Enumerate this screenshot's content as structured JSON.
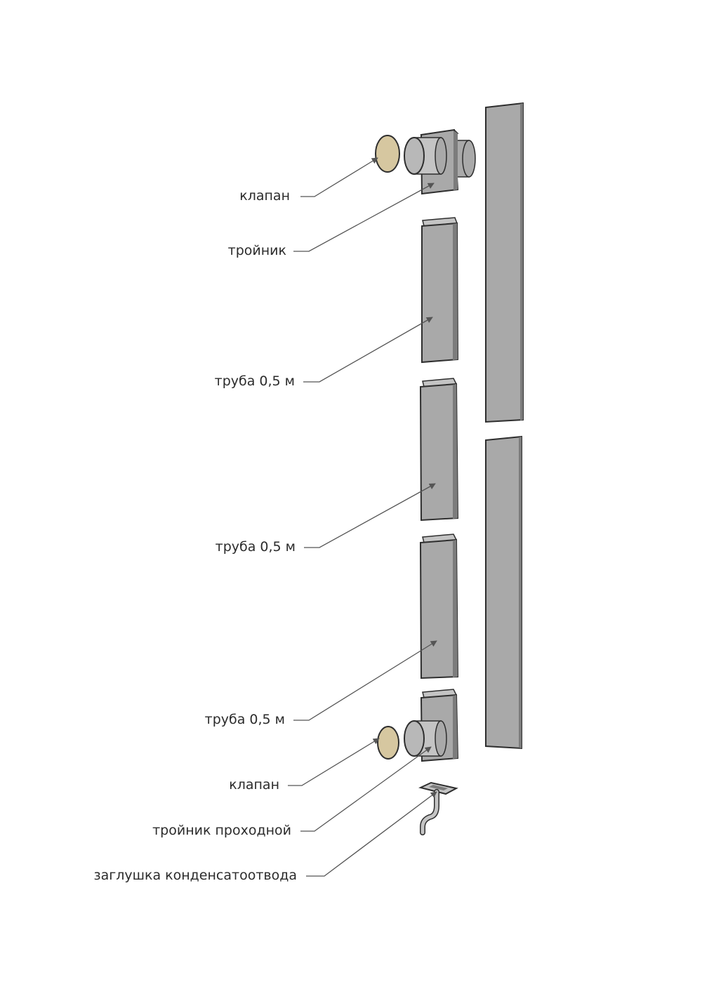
{
  "labels": {
    "valve_top": "клапан",
    "tee_top": "тройник",
    "pipe_1": "труба 0,5 м",
    "pipe_2": "труба 0,5 м",
    "pipe_3": "труба 0,5 м",
    "valve_bottom": "клапан",
    "tee_through": "тройник проходной",
    "condensate_plug": "заглушка конденсатоотвода"
  },
  "colors": {
    "metal": "#a9a9a9",
    "metal_light": "#c4c4c4",
    "metal_dark": "#7c7c7c",
    "outline": "#2e2e2e",
    "valve": "#d6c7a0",
    "leader": "#555555",
    "text": "#2b2b2b"
  }
}
